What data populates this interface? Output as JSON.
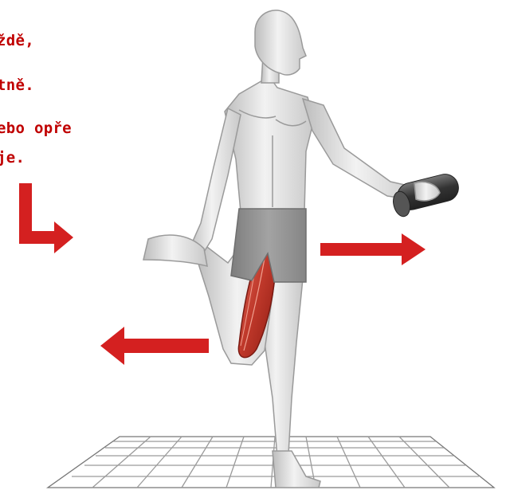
{
  "caption": {
    "lines": [
      "ždě,",
      "tně.",
      "ebo opře",
      "je."
    ]
  },
  "colors": {
    "caption_text": "#c00000",
    "arrow_red": "#d42020",
    "muscle_red": "#c0392b",
    "shorts_gray": "#8f8f8f",
    "body_light": "#e6e6e6",
    "grid_line": "#9a9a9a"
  },
  "icons": {
    "turn_arrow": "down-right-turn-arrow-icon",
    "arrow_right": "arrow-right-icon",
    "arrow_left": "arrow-left-icon"
  }
}
